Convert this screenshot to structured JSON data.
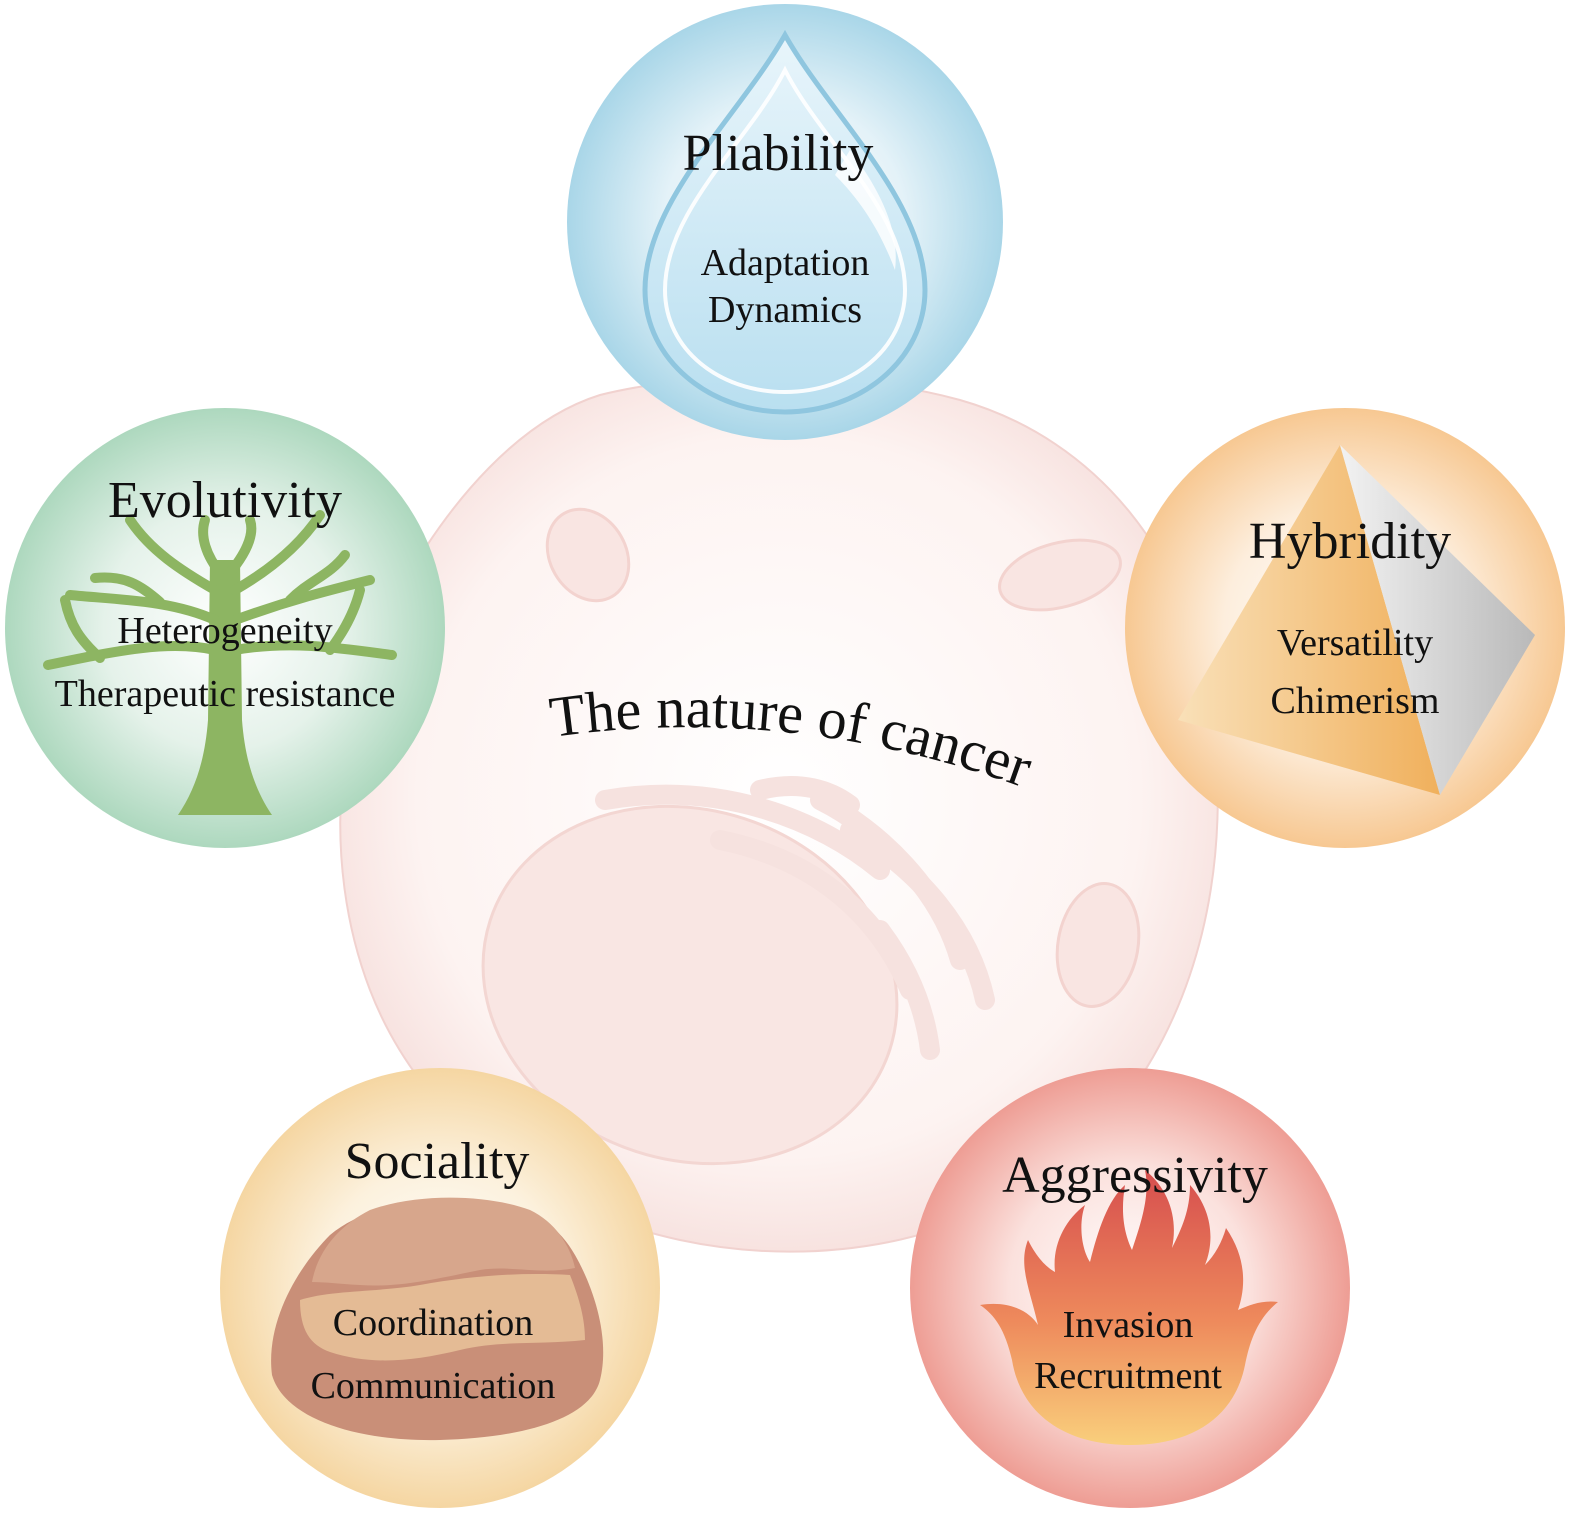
{
  "center": {
    "title": "The nature of cancer"
  },
  "nodes": {
    "pliability": {
      "title": "Pliability",
      "items": [
        "Adaptation",
        "Dynamics"
      ],
      "icon": "water-drop-icon",
      "color": "#a9d6e8"
    },
    "hybridity": {
      "title": "Hybridity",
      "items": [
        "Versatility",
        "Chimerism"
      ],
      "icon": "pyramid-icon",
      "color": "#f7c892"
    },
    "aggressivity": {
      "title": "Aggressivity",
      "items": [
        "Invasion",
        "Recruitment"
      ],
      "icon": "fire-icon",
      "color": "#f0a29a"
    },
    "sociality": {
      "title": "Sociality",
      "items": [
        "Coordination",
        "Communication"
      ],
      "icon": "mound-icon",
      "color": "#f5d9a8"
    },
    "evolutivity": {
      "title": "Evolutivity",
      "items": [
        "Heterogeneity",
        "Therapeutic resistance"
      ],
      "icon": "tree-icon",
      "color": "#b7dcc6"
    }
  }
}
